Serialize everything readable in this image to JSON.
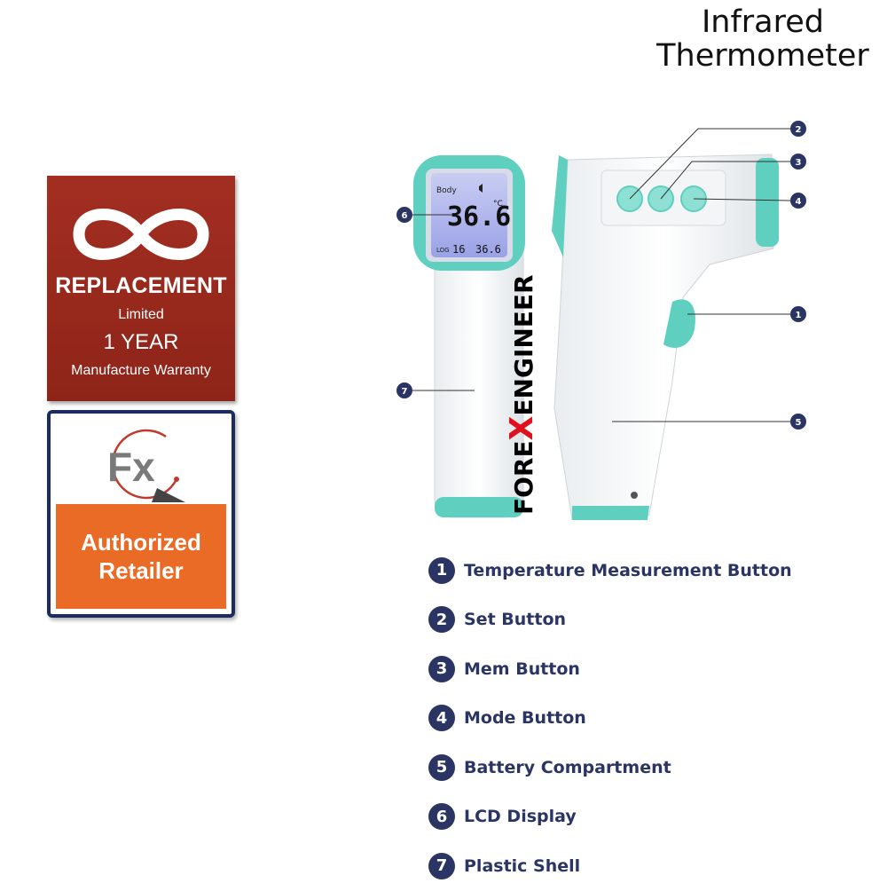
{
  "title": {
    "line1": "Infrared",
    "line2": "Thermometer"
  },
  "warranty_badge": {
    "title": "REPLACEMENT",
    "limited": "Limited",
    "year": "1 YEAR",
    "warranty": "Manufacture Warranty"
  },
  "retailer_badge": {
    "logo_text": "Fx",
    "line1": "Authorized",
    "line2": "Retailer"
  },
  "brand_watermark": {
    "part1": "FORE",
    "part2": "X",
    "part3": "ENGINEER"
  },
  "lcd": {
    "mode": "Body",
    "reading": "36.6",
    "unit": "°C",
    "log_label": "LOG",
    "log_index": "16",
    "log_value": "36.6"
  },
  "callouts": [
    "1",
    "2",
    "3",
    "4",
    "5",
    "6",
    "7"
  ],
  "legend": [
    {
      "num": "1",
      "label": "Temperature Measurement Button"
    },
    {
      "num": "2",
      "label": "Set Button"
    },
    {
      "num": "3",
      "label": "Mem Button"
    },
    {
      "num": "4",
      "label": "Mode Button"
    },
    {
      "num": "5",
      "label": "Battery Compartment"
    },
    {
      "num": "6",
      "label": "LCD Display"
    },
    {
      "num": "7",
      "label": "Plastic Shell"
    }
  ],
  "colors": {
    "accent_teal": "#5fcfc0",
    "navy": "#2b3563",
    "badge_red": "#a32e22",
    "badge_orange": "#ea6b26"
  }
}
